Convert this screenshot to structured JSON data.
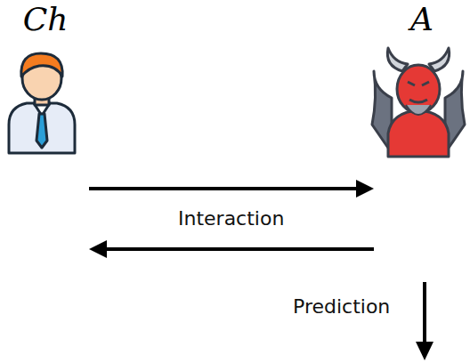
{
  "diagram": {
    "nodes": [
      {
        "text": [
          "Ch"
        ]
      },
      {
        "text": [
          "A"
        ]
      }
    ],
    "edges": [
      {
        "from": 0,
        "to": 1,
        "arrow": "to"
      },
      {
        "from": 1,
        "to": 0,
        "label": "Interaction",
        "arrow": "to"
      }
    ],
    "labels": [
      "Prediction"
    ]
  }
}
